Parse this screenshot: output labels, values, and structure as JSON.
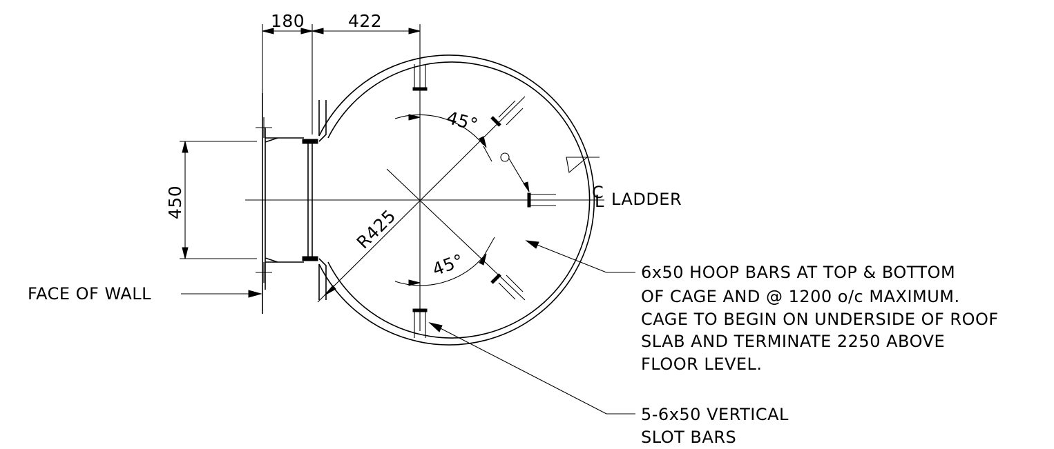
{
  "dimensions": {
    "wall_offset": "180",
    "cage_offset": "422",
    "opening_width": "450",
    "cage_radius": "R425",
    "angle_upper": "45°",
    "angle_lower": "45°"
  },
  "labels": {
    "face_of_wall": "FACE OF WALL",
    "centerline_symbol_c": "C",
    "centerline_symbol_l": "L",
    "ladder": "LADDER"
  },
  "notes": {
    "hoop_bars": [
      "6x50 HOOP BARS AT TOP & BOTTOM",
      "OF CAGE AND @ 1200 o/c MAXIMUM.",
      "CAGE TO BEGIN ON UNDERSIDE OF ROOF",
      "SLAB AND TERMINATE 2250 ABOVE",
      "FLOOR LEVEL."
    ],
    "slot_bars": [
      "5-6x50 VERTICAL",
      "SLOT BARS"
    ]
  }
}
